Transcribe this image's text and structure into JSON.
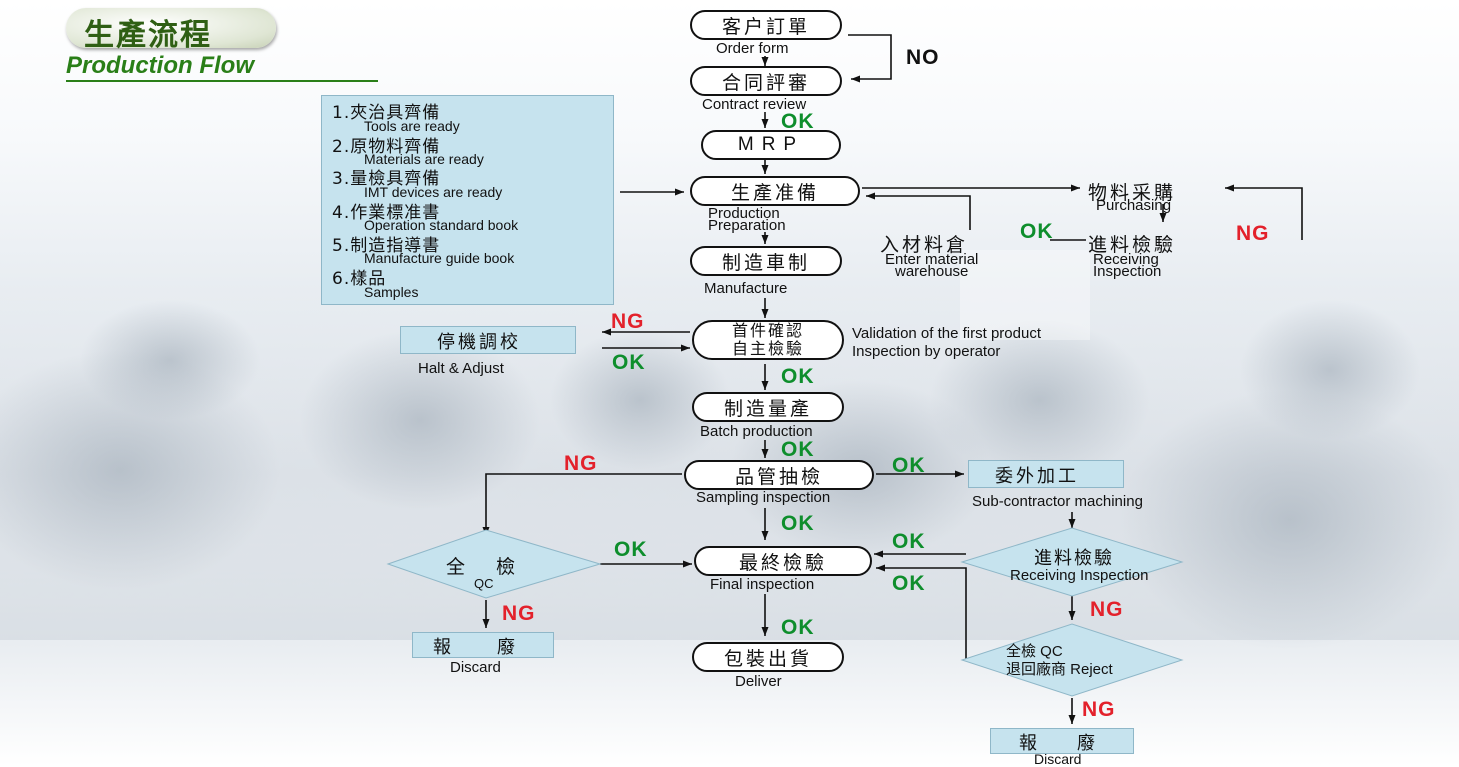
{
  "title": {
    "cn": "生產流程",
    "en": "Production Flow"
  },
  "flow": {
    "order": {
      "cn": "客户訂單",
      "en": "Order form"
    },
    "contract": {
      "cn": "合同評審",
      "en": "Contract review"
    },
    "mrp": "MRP",
    "prep": {
      "cn": "生產准備",
      "en1": "Production",
      "en2": "Preparation"
    },
    "manufacture": {
      "cn": "制造車制",
      "en": "Manufacture"
    },
    "first": {
      "cn1": "首件確認",
      "cn2": "自主檢驗",
      "en1": "Validation of the first product",
      "en2": "Inspection by operator"
    },
    "batch": {
      "cn": "制造量產",
      "en": "Batch production"
    },
    "sampling": {
      "cn": "品管抽檢",
      "en": "Sampling inspection"
    },
    "final": {
      "cn": "最終檢驗",
      "en": "Final inspection"
    },
    "deliver": {
      "cn": "包裝出貨",
      "en": "Deliver"
    }
  },
  "prep_list": [
    {
      "cn": "1.夾治具齊備",
      "en": "Tools are ready"
    },
    {
      "cn": "2.原物料齊備",
      "en": "Materials are ready"
    },
    {
      "cn": "3.量檢具齊備",
      "en": "IMT devices are ready"
    },
    {
      "cn": "4.作業標准書",
      "en": "Operation standard book"
    },
    {
      "cn": "5.制造指導書",
      "en": "Manufacture guide book"
    },
    {
      "cn": "6.樣品",
      "en": "Samples"
    }
  ],
  "purchase": {
    "purchasing": {
      "cn": "物料采購",
      "en": "Purchasing"
    },
    "receiving": {
      "cn": "進料檢驗",
      "en1": "Receiving",
      "en2": "Inspection"
    },
    "warehouse": {
      "cn": "入材料倉",
      "en1": "Enter material",
      "en2": "warehouse"
    }
  },
  "halt": {
    "cn": "停機調校",
    "en": "Halt & Adjust"
  },
  "qc_left": {
    "cn1": "全",
    "cn2": "檢",
    "en": "QC"
  },
  "discard_left": {
    "cn1": "報",
    "cn2": "廢",
    "en": "Discard"
  },
  "subcontract": {
    "cn": "委外加工",
    "en": "Sub-contractor machining"
  },
  "recv_right": {
    "cn": "進料檢驗",
    "en": "Receiving Inspection"
  },
  "reject": {
    "cn1": "全檢 QC",
    "cn2": "退回廠商 Reject"
  },
  "discard_right": {
    "cn1": "報",
    "cn2": "廢",
    "en": "Discard"
  },
  "tags": {
    "ok": "OK",
    "ng": "NG",
    "no": "NO"
  },
  "colors": {
    "ok": "#0e8e2c",
    "ng": "#e3212b",
    "box_fill": "#c6e3ee",
    "title_green": "#2a7f18"
  }
}
